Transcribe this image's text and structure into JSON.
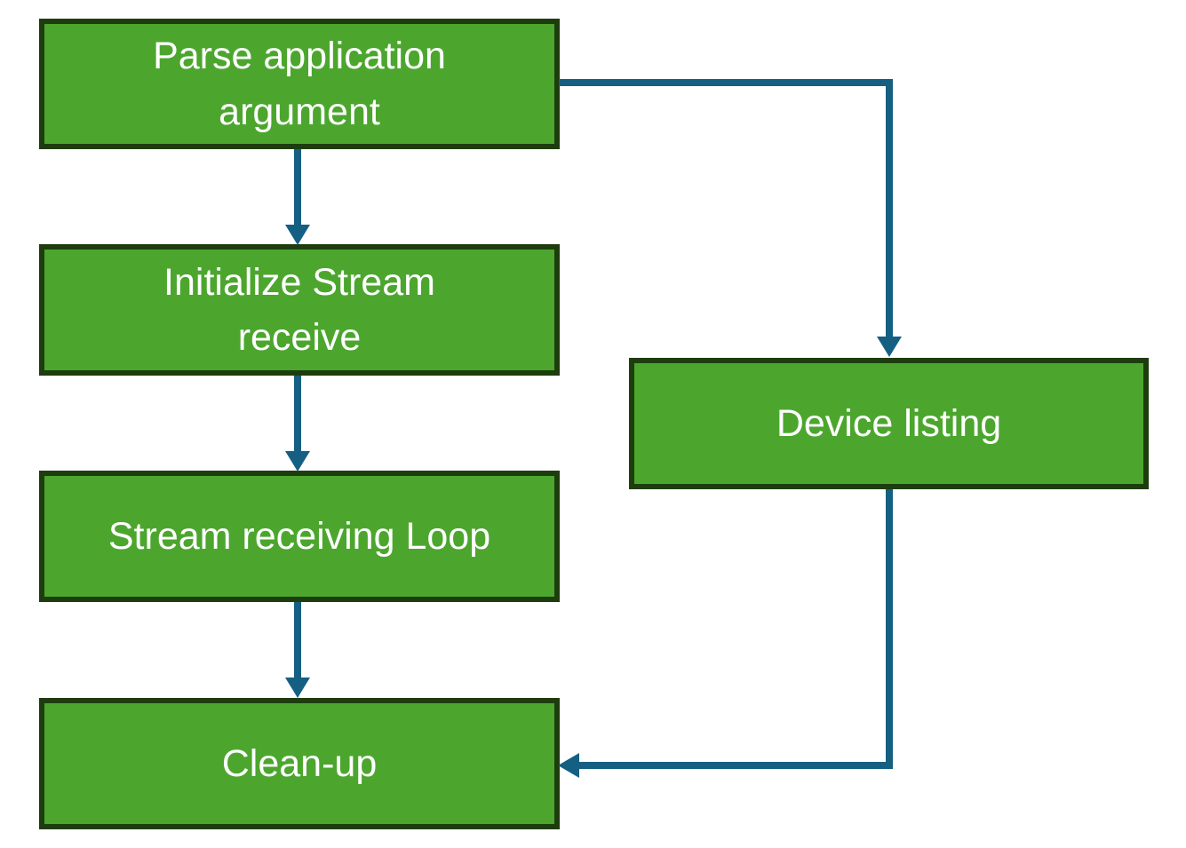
{
  "diagram": {
    "type": "flowchart",
    "background_color": "#FFFFFF",
    "colors": {
      "node_fill": "#4CA62E",
      "node_border": "#1E3D0E",
      "node_text": "#FFFFFF",
      "arrow": "#156082"
    },
    "nodes": {
      "parse": {
        "label": "Parse application argument"
      },
      "init": {
        "label": "Initialize Stream receive"
      },
      "loop": {
        "label": "Stream receiving Loop"
      },
      "cleanup": {
        "label": "Clean-up"
      },
      "device": {
        "label": "Device listing"
      }
    },
    "edges": [
      {
        "from": "parse",
        "to": "init",
        "route": "straight-down"
      },
      {
        "from": "init",
        "to": "loop",
        "route": "straight-down"
      },
      {
        "from": "loop",
        "to": "cleanup",
        "route": "straight-down"
      },
      {
        "from": "parse",
        "to": "device",
        "route": "elbow-right-then-down"
      },
      {
        "from": "device",
        "to": "cleanup",
        "route": "elbow-down-then-left"
      }
    ]
  }
}
